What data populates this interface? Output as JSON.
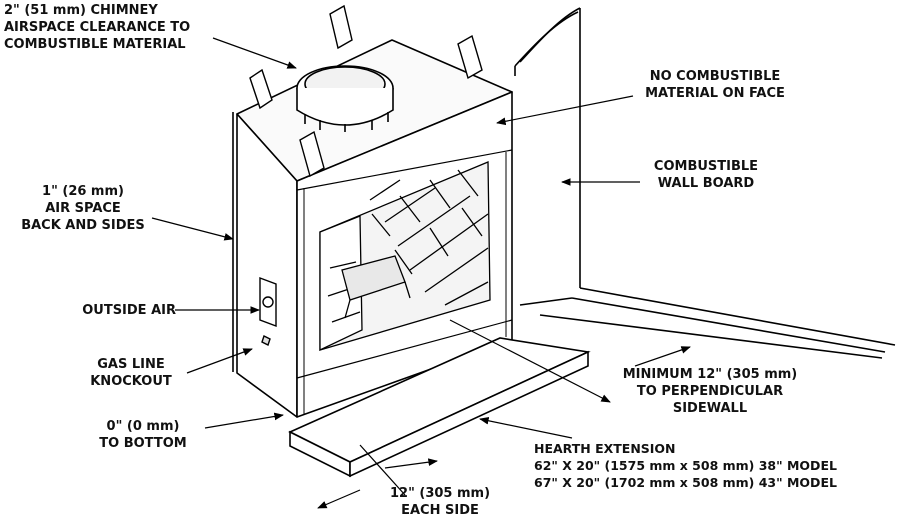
{
  "labels": {
    "chimney": {
      "line1": "2\" (51 mm) CHIMNEY",
      "line2": "AIRSPACE CLEARANCE TO",
      "line3": "COMBUSTIBLE MATERIAL"
    },
    "no_combustible": {
      "line1": "NO COMBUSTIBLE",
      "line2": "MATERIAL ON FACE"
    },
    "wall_board": {
      "line1": "COMBUSTIBLE",
      "line2": "WALL BOARD"
    },
    "air_space": {
      "line1": "1\" (26 mm)",
      "line2": "AIR SPACE",
      "line3": "BACK AND SIDES"
    },
    "outside_air": {
      "line1": "OUTSIDE AIR"
    },
    "gas_line": {
      "line1": "GAS LINE",
      "line2": "KNOCKOUT"
    },
    "bottom": {
      "line1": "0\" (0 mm)",
      "line2": "TO BOTTOM"
    },
    "sidewall": {
      "line1": "MINIMUM 12\" (305 mm)",
      "line2": "TO PERPENDICULAR",
      "line3": "SIDEWALL"
    },
    "hearth": {
      "line1": "HEARTH EXTENSION",
      "line2": "62\" X 20\" (1575 mm x 508 mm) 38\" MODEL",
      "line3": "67\" X 20\" (1702 mm x 508 mm) 43\" MODEL"
    },
    "each_side": {
      "line1": "12\" (305 mm)",
      "line2": "EACH SIDE"
    }
  }
}
